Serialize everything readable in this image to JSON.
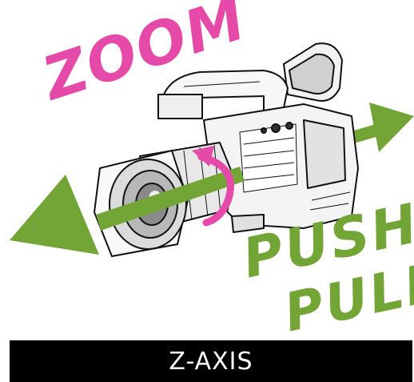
{
  "labels": {
    "zoom": "ZOOM",
    "push": "PUSH",
    "pull": "PULL",
    "caption": "Z-AXIS"
  },
  "colors": {
    "zoom_text": "#e64aa8",
    "rotation_arrow": "#e64aa8",
    "push_pull_text": "#72a536",
    "axis_arrows": "#72a536",
    "caption_background": "#000000",
    "caption_text": "#ffffff"
  },
  "illustration": {
    "subject": "camcorder-sketch",
    "icons": [
      "left-arrow-icon",
      "right-arrow-icon",
      "rotation-arrow-icon"
    ]
  }
}
